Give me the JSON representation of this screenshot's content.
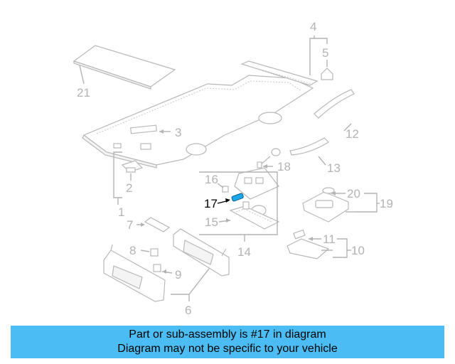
{
  "callouts": {
    "c1": "1",
    "c2": "2",
    "c3": "3",
    "c4": "4",
    "c5": "5",
    "c6": "6",
    "c7": "7",
    "c8": "8",
    "c9": "9",
    "c10": "10",
    "c11": "11",
    "c12": "12",
    "c13": "13",
    "c14": "14",
    "c15": "15",
    "c16": "16",
    "c17": "17",
    "c18": "18",
    "c19": "19",
    "c20": "20",
    "c21": "21"
  },
  "highlight": {
    "part": "17",
    "color": "#1ea6e8"
  },
  "banner": {
    "line1": "Part or sub-assembly is #17 in diagram",
    "line2": "Diagram may not be specific to your vehicle",
    "color": "#4bbdf4"
  }
}
